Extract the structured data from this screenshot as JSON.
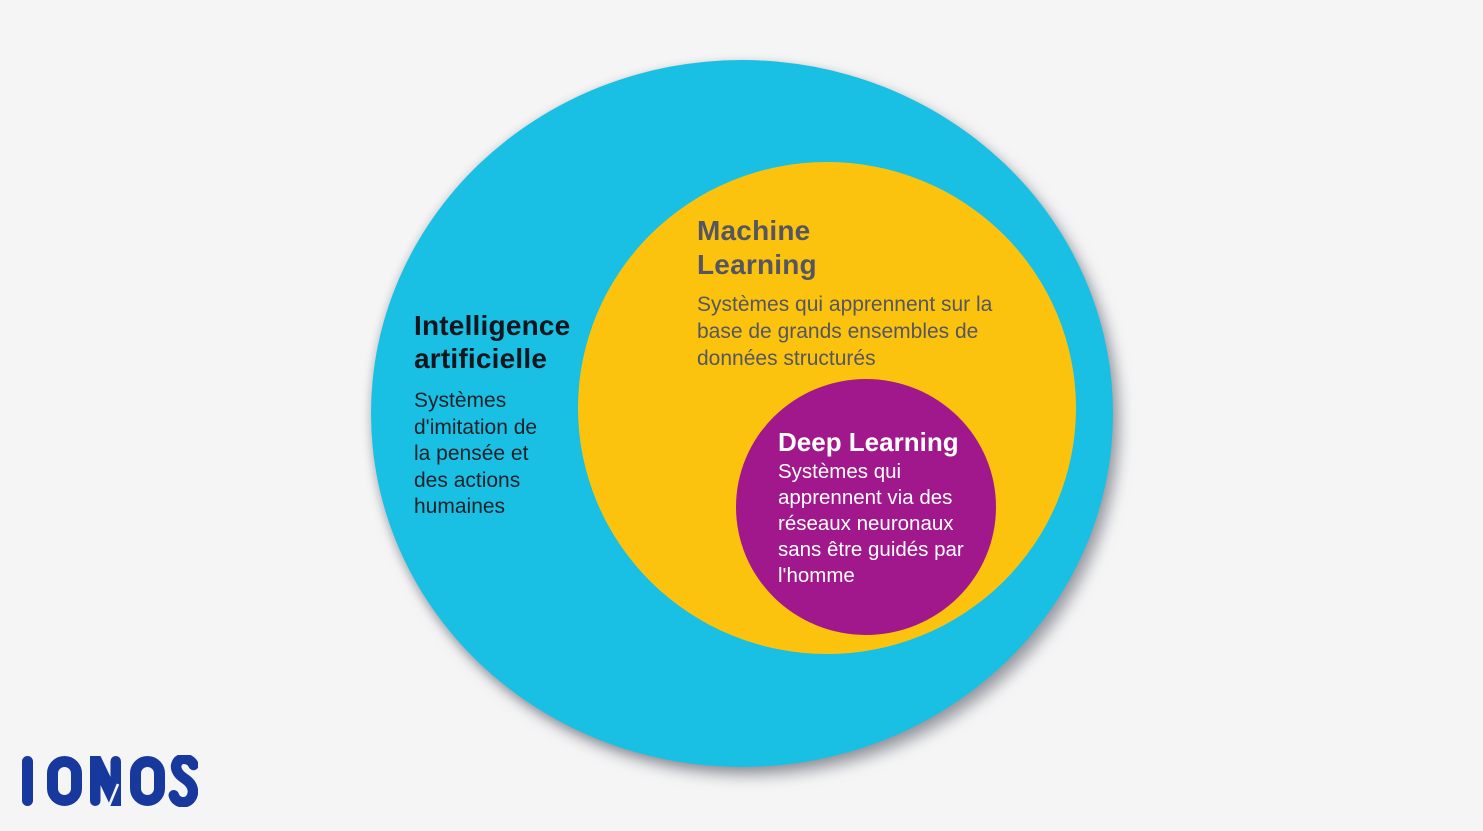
{
  "background_color": "#f5f5f6",
  "logo": {
    "text": "IONOS",
    "color": "#17389c"
  },
  "diagram": {
    "type": "nested-circles",
    "ai": {
      "title": "Intelligence\nartificielle",
      "description": "Systèmes\nd'imitation de\nla pensée et\ndes actions\nhumaines",
      "circle_color": "#19c0e3",
      "title_color": "#14151d",
      "text_color": "#1e202a"
    },
    "ml": {
      "title": "Machine\nLearning",
      "description": "Systèmes qui apprennent sur la\nbase de grands ensembles de\ndonnées structurés",
      "circle_color": "#fcc30e",
      "title_color": "#565660",
      "text_color": "#565660"
    },
    "dl": {
      "title": "Deep Learning",
      "description": "Systèmes qui\napprennent via des\nréseaux neuronaux\nsans être guidés par\nl'homme",
      "circle_color": "#a1188c",
      "title_color": "#ffffff",
      "text_color": "#ffffff"
    }
  }
}
